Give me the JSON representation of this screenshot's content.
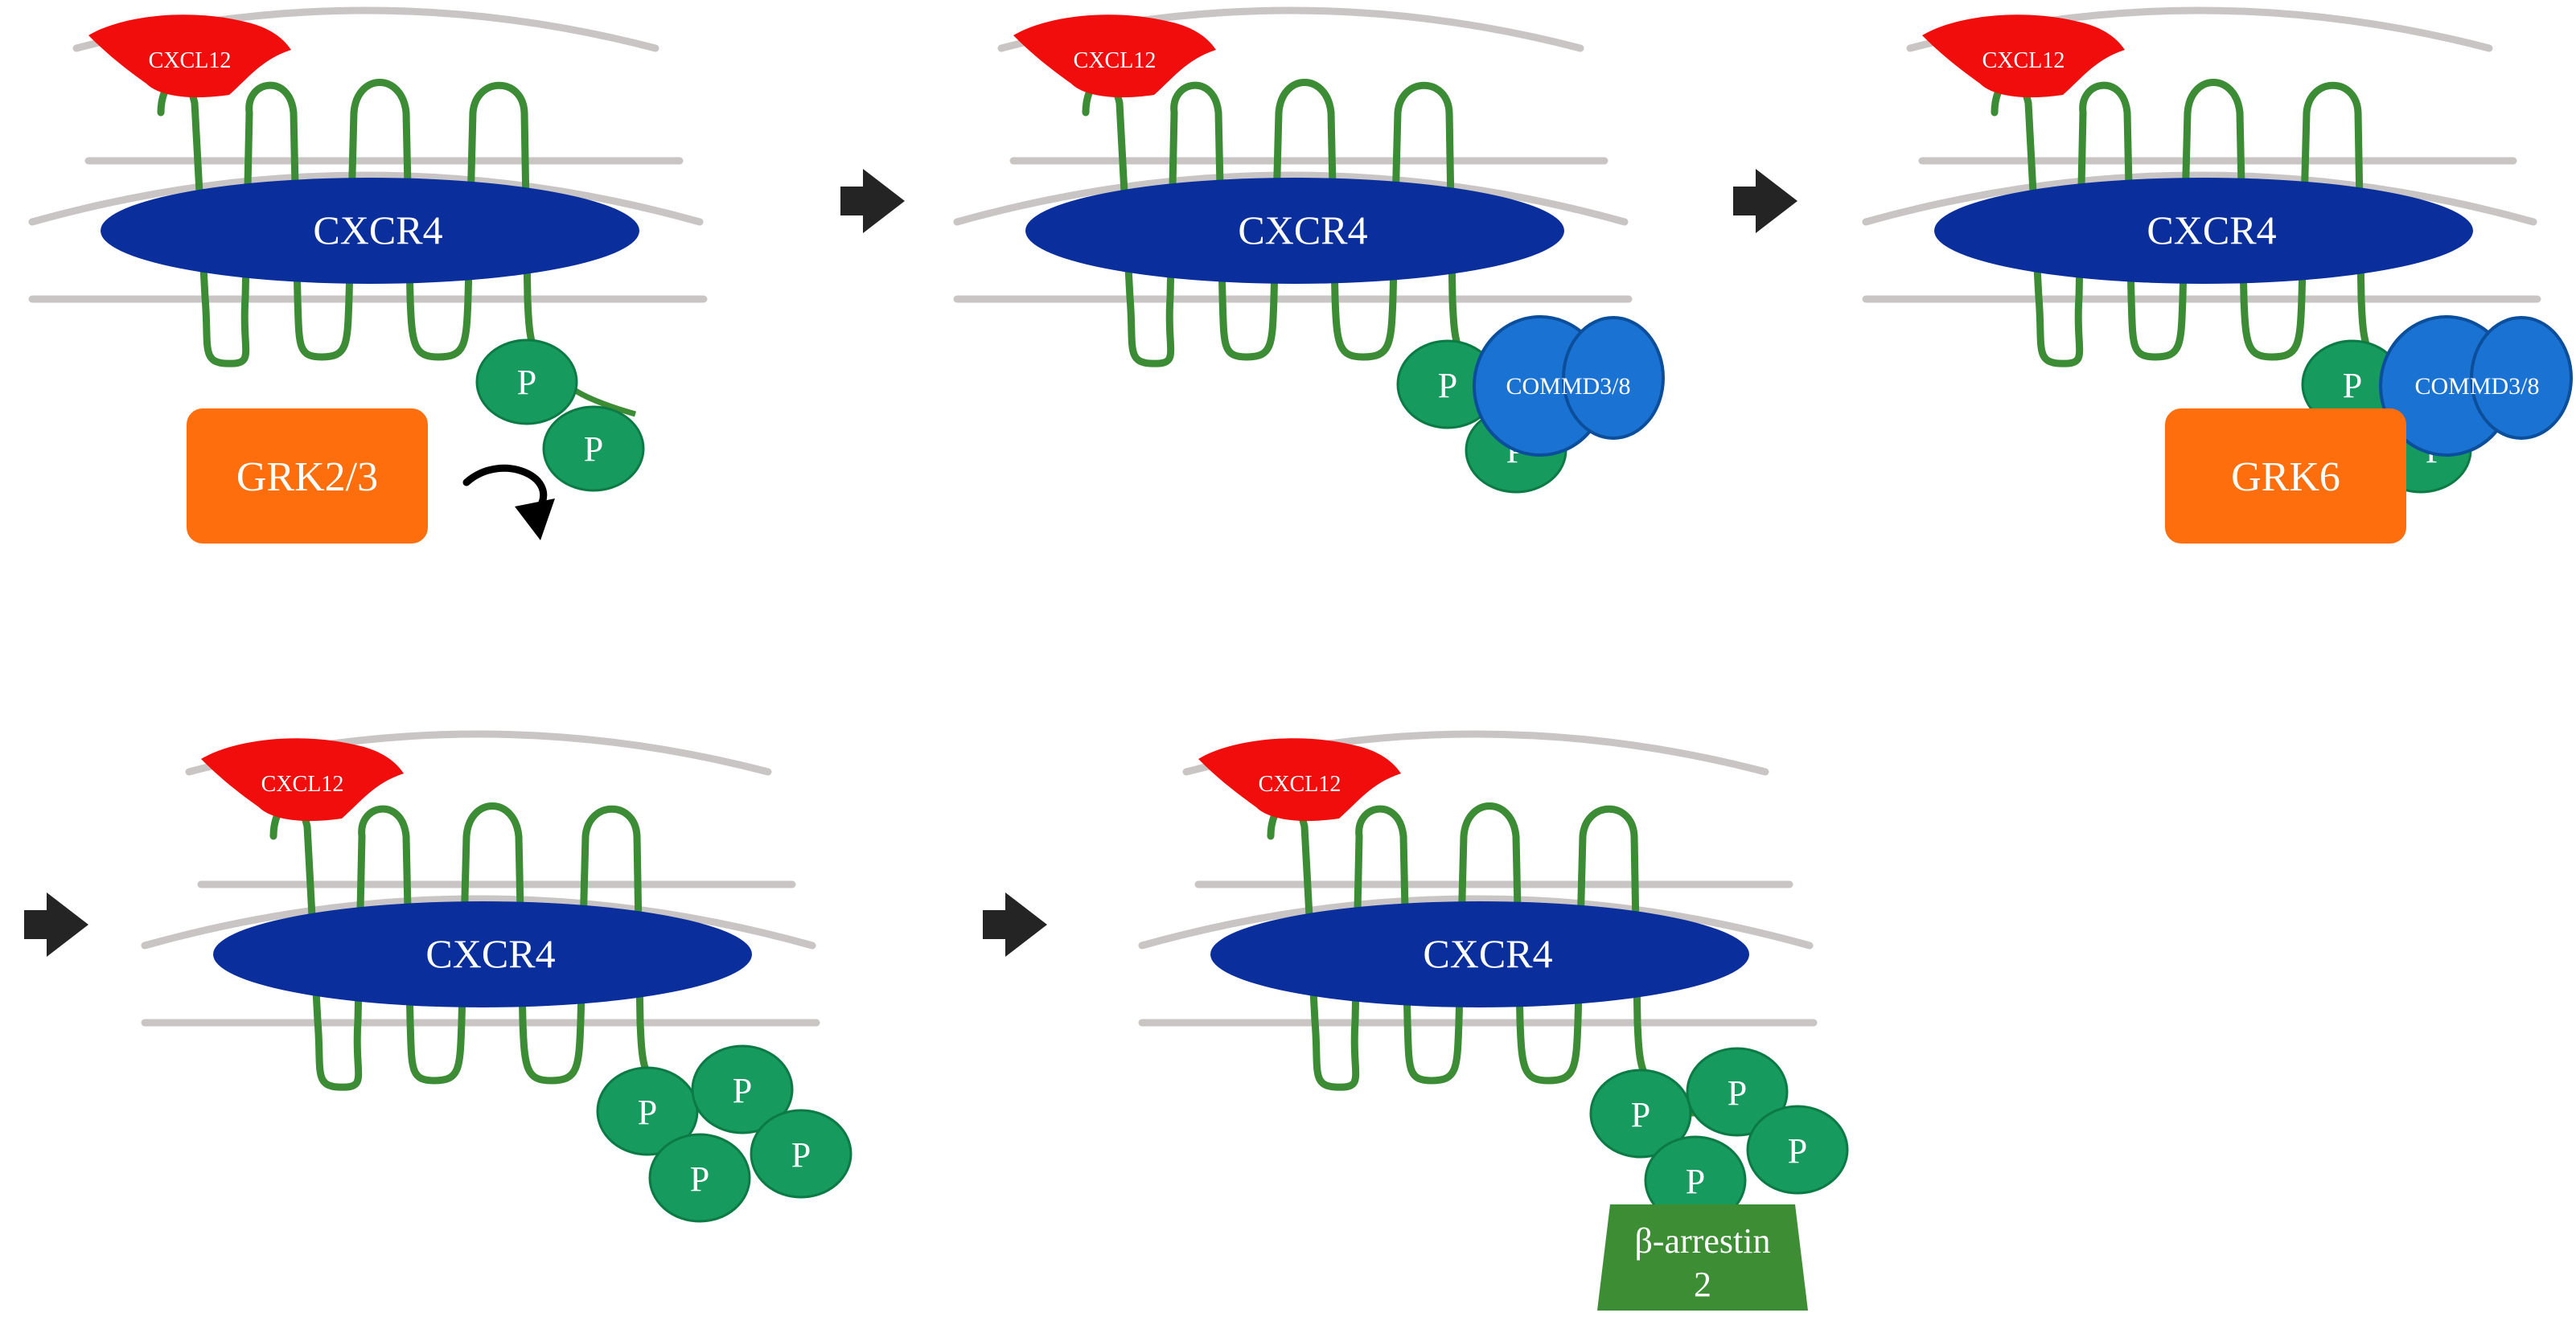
{
  "molecules": {
    "ligand": "CXCL12",
    "receptor": "CXCR4",
    "phosphate": "P",
    "commd": "COMMD3/8",
    "kinase_1": "GRK2/3",
    "kinase_2": "GRK6",
    "arrestin_line1": "β-arrestin",
    "arrestin_line2": "2"
  },
  "panels": [
    {
      "id": "step-1",
      "phosphates": 2,
      "commd": false,
      "kinase": "kinase_1",
      "kinase_arrow": true,
      "arrestin": false,
      "preceded_by_arrow": false
    },
    {
      "id": "step-2",
      "phosphates": 2,
      "commd": true,
      "kinase": null,
      "kinase_arrow": false,
      "arrestin": false,
      "preceded_by_arrow": true
    },
    {
      "id": "step-3",
      "phosphates": 2,
      "commd": true,
      "kinase": "kinase_2",
      "kinase_arrow": false,
      "arrestin": false,
      "preceded_by_arrow": true
    },
    {
      "id": "step-4",
      "phosphates": 4,
      "commd": false,
      "kinase": null,
      "kinase_arrow": false,
      "arrestin": false,
      "preceded_by_arrow": true
    },
    {
      "id": "step-5",
      "phosphates": 4,
      "commd": false,
      "kinase": null,
      "kinase_arrow": false,
      "arrestin": true,
      "preceded_by_arrow": true
    }
  ],
  "colors": {
    "ligand": "#f20d0d",
    "receptor": "#0a2f9c",
    "phosphate": "#169a5e",
    "commd": "#1a72d3",
    "kinase": "#ff6e0c",
    "arrestin": "#3c8d34",
    "helix": "#3b8c34",
    "membrane": "#c9c5c5",
    "step_arrow": "#242424"
  }
}
